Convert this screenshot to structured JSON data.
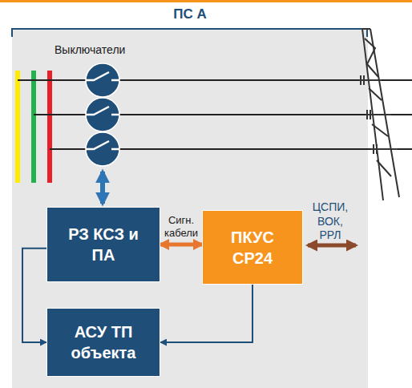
{
  "diagram": {
    "title": "ПС А",
    "nodes": [
      {
        "text": [
          "РЗ КСЗ и ПА"
        ]
      },
      {
        "text": [
          "ПКУС СР24"
        ]
      },
      {
        "text": [
          "АСУ ТП объекта"
        ]
      }
    ],
    "edges": [
      {
        "from": 0,
        "to": 1,
        "arrow": "both",
        "label": "Сигн. кабели"
      },
      {
        "from": 0,
        "to": 2,
        "arrow": "to"
      },
      {
        "from": 1,
        "to": 2,
        "arrow": "to"
      }
    ],
    "labels": [
      "Выключатели",
      "ЦСПИ, ВОК, РРЛ"
    ]
  }
}
